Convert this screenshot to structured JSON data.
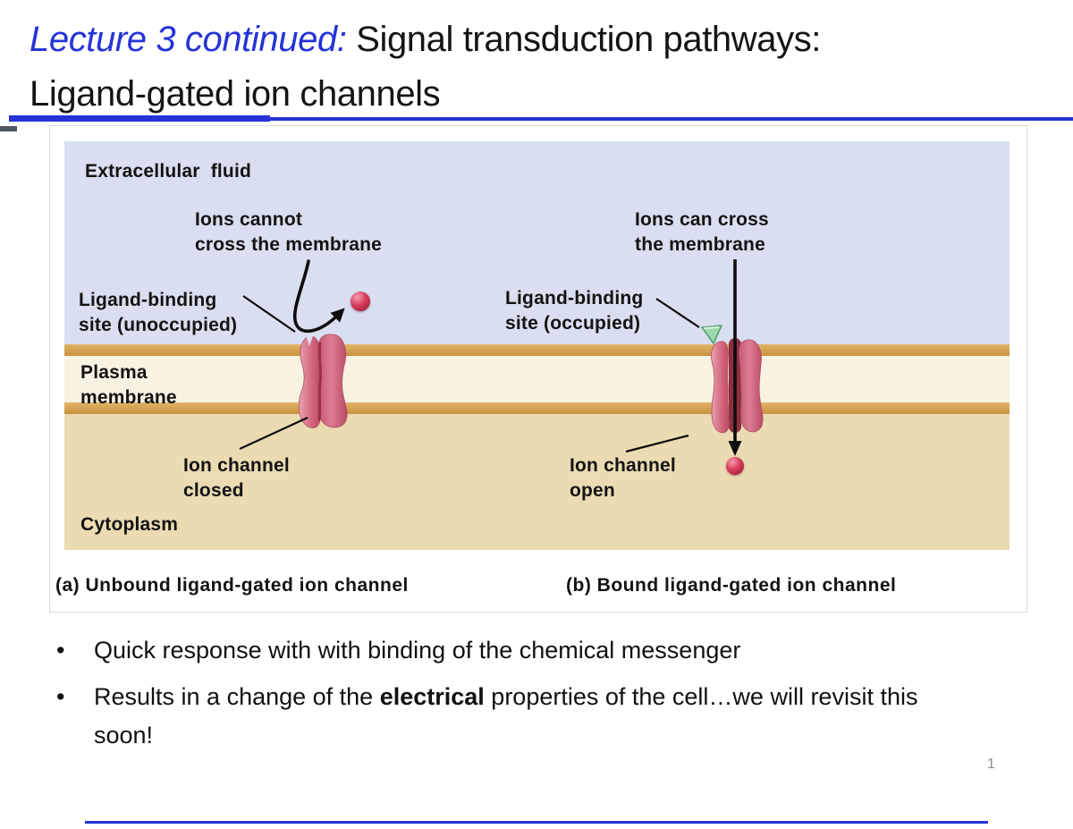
{
  "slide": {
    "title": {
      "lead": "Lecture 3 continued:",
      "rest": " Signal transduction pathways:",
      "line2": "Ligand-gated ion channels"
    },
    "bullets": {
      "b1": "Quick response with with binding of the chemical messenger",
      "b2_pre": "Results in a change of the ",
      "b2_bold": "electrical",
      "b2_post": " properties of the cell…we will revisit this soon!"
    },
    "page_number": "1"
  },
  "figure": {
    "regions": {
      "extracellular": "Extracellular fluid",
      "plasma_1": "Plasma",
      "plasma_2": "membrane",
      "cytoplasm": "Cytoplasm"
    },
    "panel_a": {
      "ions_1": "Ions cannot",
      "ions_2": "cross the membrane",
      "ligand_1": "Ligand-binding",
      "ligand_2": "site (unoccupied)",
      "channel_1": "Ion channel",
      "channel_2": "closed",
      "caption_tag": "(a)",
      "caption": "Unbound ligand-gated ion channel"
    },
    "panel_b": {
      "ions_1": "Ions can cross",
      "ions_2": "the membrane",
      "ligand_1": "Ligand-binding",
      "ligand_2": "site (occupied)",
      "channel_1": "Ion channel",
      "channel_2": "open",
      "caption_tag": "(b)",
      "caption": "Bound ligand-gated ion channel"
    },
    "colors": {
      "accent_blue": "#2433d6",
      "extracellular_fluid": "#d9dff0",
      "membrane_fill": "#f7f2e1",
      "membrane_border": "#d2a359",
      "cytoplasm": "#ebdbb2",
      "channel_pink": "#d4697f",
      "channel_pore_dark": "#8e2f40",
      "ion_red": "#c62844",
      "ligand_green": "#9ed9ad",
      "page_number_gray": "#8c8c8c"
    }
  }
}
